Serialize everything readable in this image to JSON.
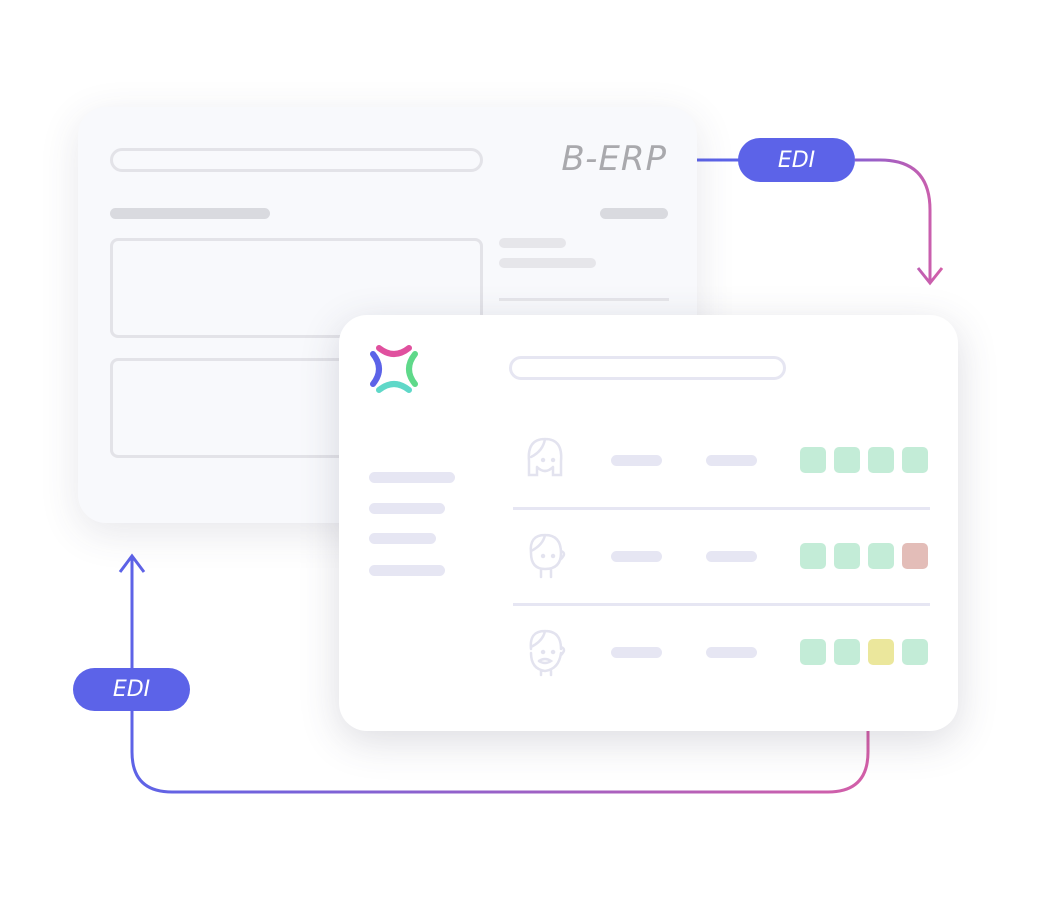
{
  "back_app": {
    "title": "B-ERP"
  },
  "connectors": {
    "top_label": "EDI",
    "bottom_label": "EDI"
  },
  "colors": {
    "blue": "#5c63e8",
    "pink": "#d35fa8",
    "ok": "#c3ecd7",
    "error": "#e3bdb8",
    "warning": "#ebe79c"
  },
  "rows": [
    {
      "avatar": "woman-avatar-icon",
      "statuses": [
        "ok",
        "ok",
        "ok",
        "ok"
      ]
    },
    {
      "avatar": "man-avatar-icon",
      "statuses": [
        "ok",
        "ok",
        "ok",
        "error"
      ]
    },
    {
      "avatar": "bearded-man-avatar-icon",
      "statuses": [
        "ok",
        "ok",
        "warning",
        "ok"
      ]
    }
  ]
}
